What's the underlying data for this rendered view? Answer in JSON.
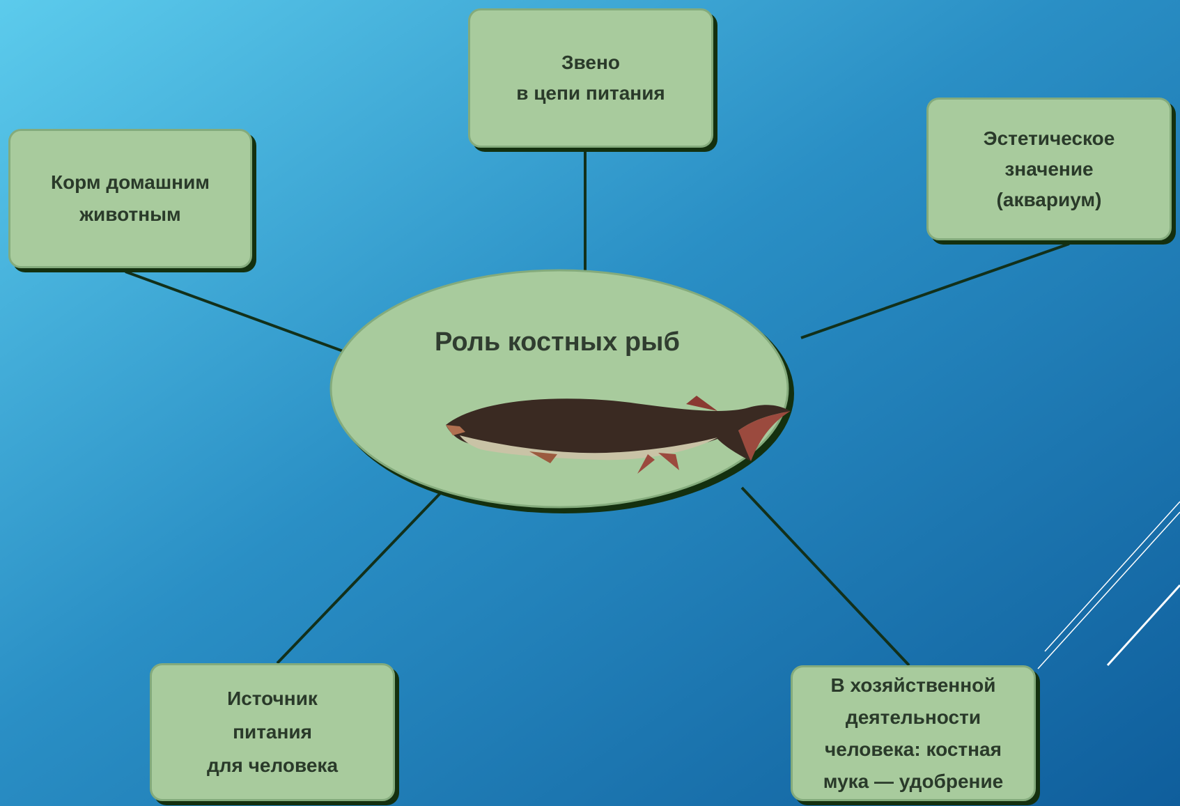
{
  "center": {
    "title": "Роль костных рыб"
  },
  "nodes": {
    "top": "Звено\nв цепи питания",
    "left": "Корм домашним\nживотным",
    "right": "Эстетическое\nзначение\n(аквариум)",
    "bottom_left": "Источник\nпитания\nдля человека",
    "bottom_right": "В хозяйственной\nдеятельности\nчеловека: костная\nмука — удобрение"
  },
  "colors": {
    "box_fill": "#a8cb9d",
    "connector": "#12301a",
    "background_top": "#5ccbec",
    "background_bottom": "#0f5e9c"
  },
  "image": {
    "icon": "sturgeon-fish-illustration"
  }
}
